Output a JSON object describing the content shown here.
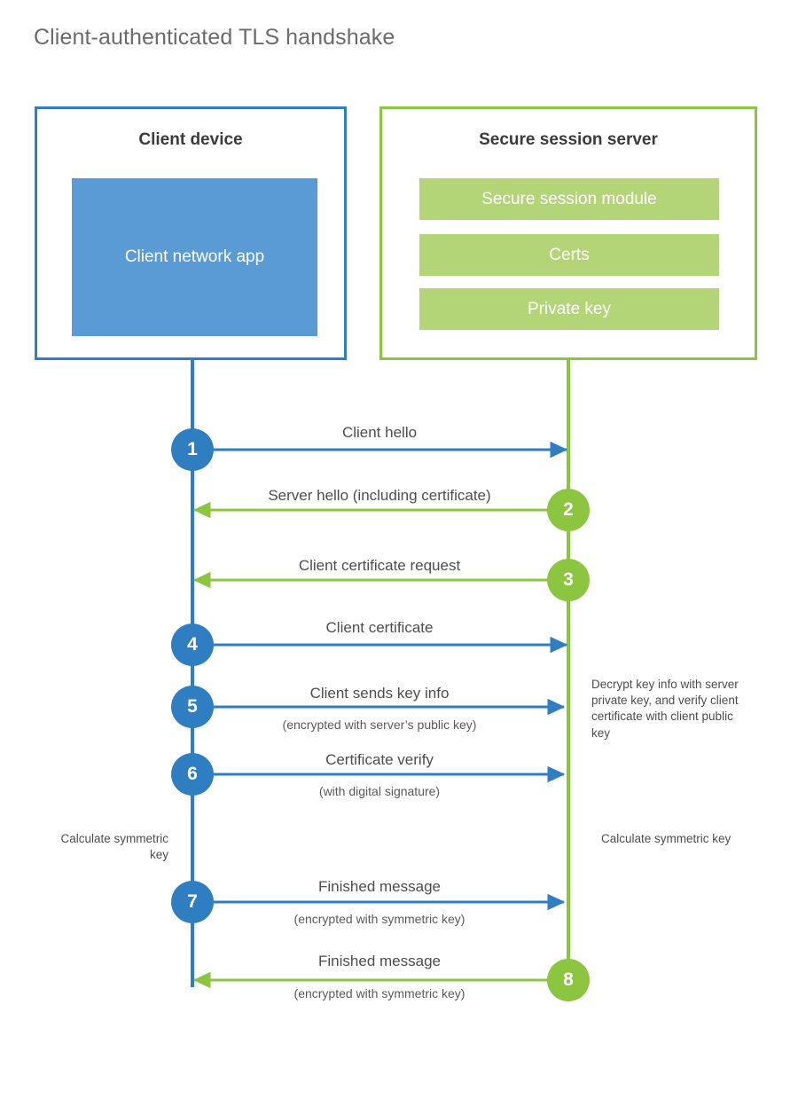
{
  "title": "Client-authenticated TLS handshake",
  "colors": {
    "client_blue": "#2f7ec1",
    "client_app_blue": "#5b9bd5",
    "server_green": "#8cc540",
    "server_block_green": "#b3d578",
    "text_gray": "#4d4d4d",
    "title_gray": "#6b6b6b"
  },
  "participants": {
    "client": {
      "title": "Client device",
      "block": "Client network app"
    },
    "server": {
      "title": "Secure session server",
      "blocks": [
        "Secure session module",
        "Certs",
        "Private key"
      ]
    }
  },
  "steps": [
    {
      "number": "1",
      "label": "Client hello",
      "sub": "",
      "direction": "client-to-server",
      "side": "client"
    },
    {
      "number": "2",
      "label": "Server hello (including certificate)",
      "sub": "",
      "direction": "server-to-client",
      "side": "server"
    },
    {
      "number": "3",
      "label": "Client certificate request",
      "sub": "",
      "direction": "server-to-client",
      "side": "server"
    },
    {
      "number": "4",
      "label": "Client certificate",
      "sub": "",
      "direction": "client-to-server",
      "side": "client"
    },
    {
      "number": "5",
      "label": "Client sends key info",
      "sub": "(encrypted with server’s public key)",
      "direction": "client-to-server",
      "side": "client"
    },
    {
      "number": "6",
      "label": "Certificate verify",
      "sub": "(with digital signature)",
      "direction": "client-to-server",
      "side": "client"
    },
    {
      "number": "7",
      "label": "Finished message",
      "sub": "(encrypted with symmetric key)",
      "direction": "client-to-server",
      "side": "client"
    },
    {
      "number": "8",
      "label": "Finished message",
      "sub": "(encrypted with symmetric key)",
      "direction": "server-to-client",
      "side": "server"
    }
  ],
  "notes": {
    "decrypt": "Decrypt key info with server private key, and verify client certificate with client public key",
    "calculate_client": "Calculate symmetric key",
    "calculate_server": "Calculate symmetric key"
  }
}
